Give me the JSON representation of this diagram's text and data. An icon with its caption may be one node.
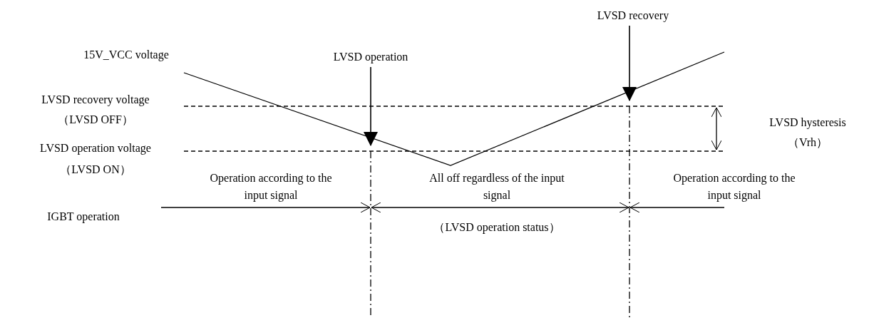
{
  "diagram": {
    "nodes": [
      {
        "text": [
          "LVSD operation"
        ]
      },
      {
        "text": [
          "LVSD recovery"
        ]
      }
    ],
    "edges": [
      {
        "from": 0,
        "to": null,
        "arrow": "to"
      },
      {
        "from": 1,
        "to": null,
        "arrow": "to"
      }
    ],
    "labels": [
      "LVSD recovery voltage",
      "（LVSD OFF）",
      "15V_VCC voltage",
      "LVSD operation voltage",
      "（LVSD ON）",
      "LVSD hysteresis",
      "（Vrh）",
      "Operation according to the input signal",
      "All off regardless of the input signal",
      "Operation according to the input signal",
      "IGBT operation",
      "（LVSD operation status）"
    ]
  }
}
